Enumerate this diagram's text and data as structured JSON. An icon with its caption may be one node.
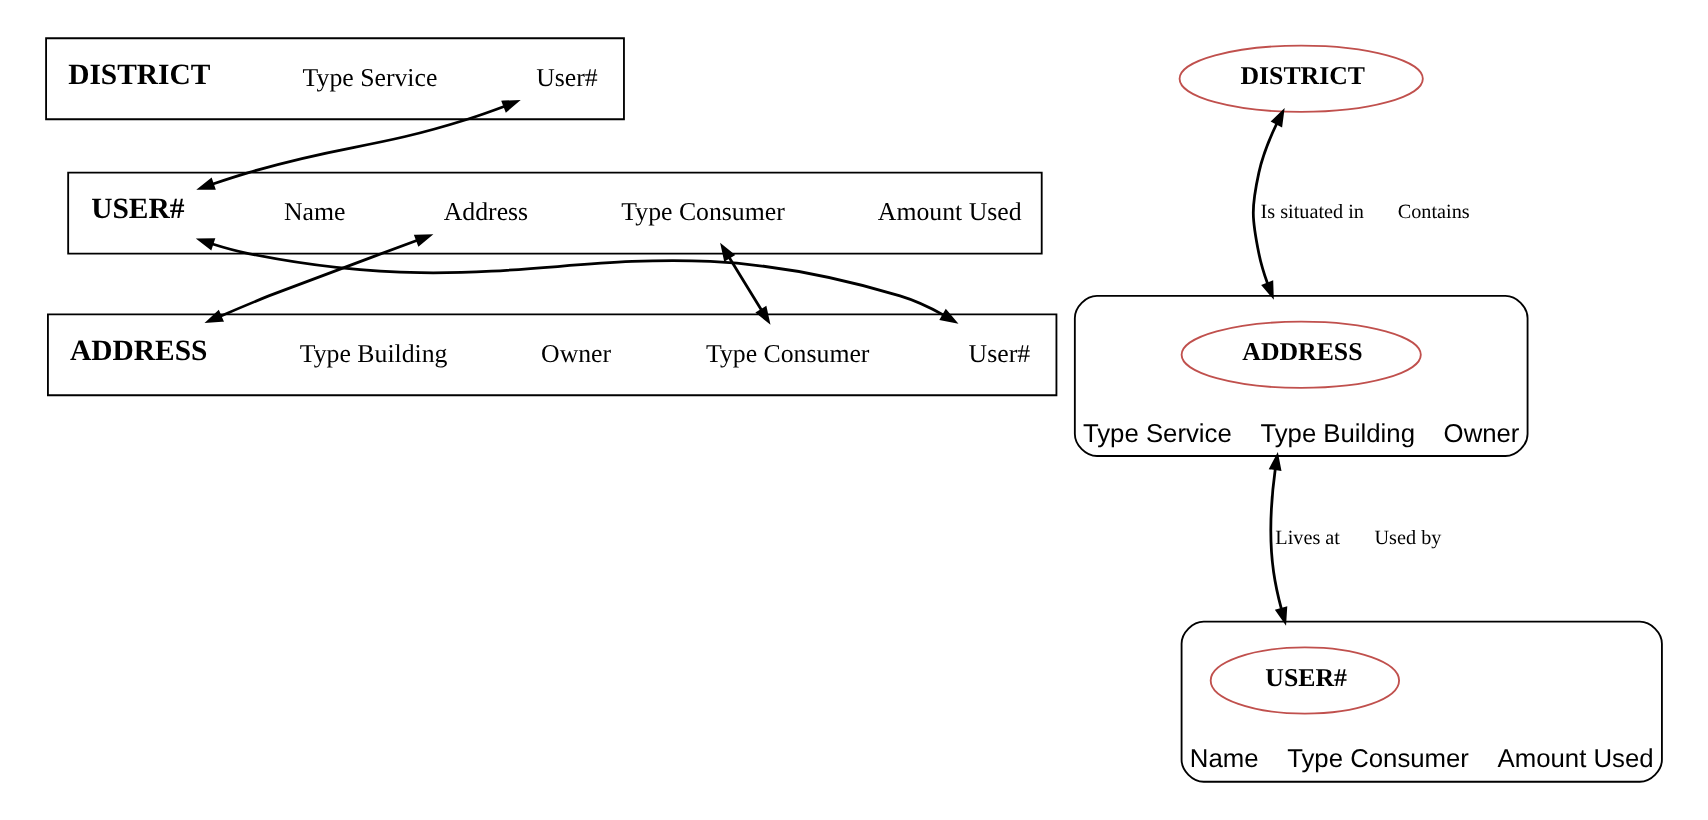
{
  "diagram": {
    "nodes": [
      {
        "text": [],
        "shape": "box"
      },
      {
        "text": [
          "DISTRICT"
        ],
        "in": 0
      },
      {
        "text": [
          "Type Service"
        ],
        "in": 0
      },
      {
        "text": [
          "User#"
        ],
        "in": 0
      },
      {
        "text": [],
        "shape": "box"
      },
      {
        "text": [
          "USER#"
        ],
        "in": 4
      },
      {
        "text": [
          "Name"
        ],
        "in": 4
      },
      {
        "text": [
          "Address"
        ],
        "in": 4
      },
      {
        "text": [
          "Type Consumer"
        ],
        "in": 4
      },
      {
        "text": [
          "Amount Used"
        ],
        "in": 4
      },
      {
        "text": [],
        "shape": "box"
      },
      {
        "text": [
          "ADDRESS"
        ],
        "in": 10
      },
      {
        "text": [
          "Type Building"
        ],
        "in": 10
      },
      {
        "text": [
          "Owner"
        ],
        "in": 10
      },
      {
        "text": [
          "Type Consumer"
        ],
        "in": 10
      },
      {
        "text": [
          "User#"
        ],
        "in": 10
      },
      {
        "text": [
          "DISTRICT"
        ]
      },
      {
        "text": [
          "Type Service",
          "Type Building",
          "Owner"
        ]
      },
      {
        "text": [
          "ADDRESS"
        ],
        "in": 17
      },
      {
        "text": [
          "Name",
          "Type Consumer",
          "Amount Used"
        ]
      },
      {
        "text": [
          "USER#"
        ],
        "in": 19
      }
    ],
    "edges": [
      {
        "from": 3,
        "to": 5,
        "arrow": "both"
      },
      {
        "from": 5,
        "to": 15,
        "arrow": "both"
      },
      {
        "from": 7,
        "to": 11,
        "arrow": "both"
      },
      {
        "from": 8,
        "to": 14,
        "arrow": "both"
      },
      {
        "from": 16,
        "to": 17,
        "arrow": "both",
        "label": "Is situated in"
      },
      {
        "from": 17,
        "to": 19,
        "arrow": "both",
        "label": "Lives at"
      }
    ],
    "labels": [
      "Contains",
      "Used by"
    ]
  }
}
